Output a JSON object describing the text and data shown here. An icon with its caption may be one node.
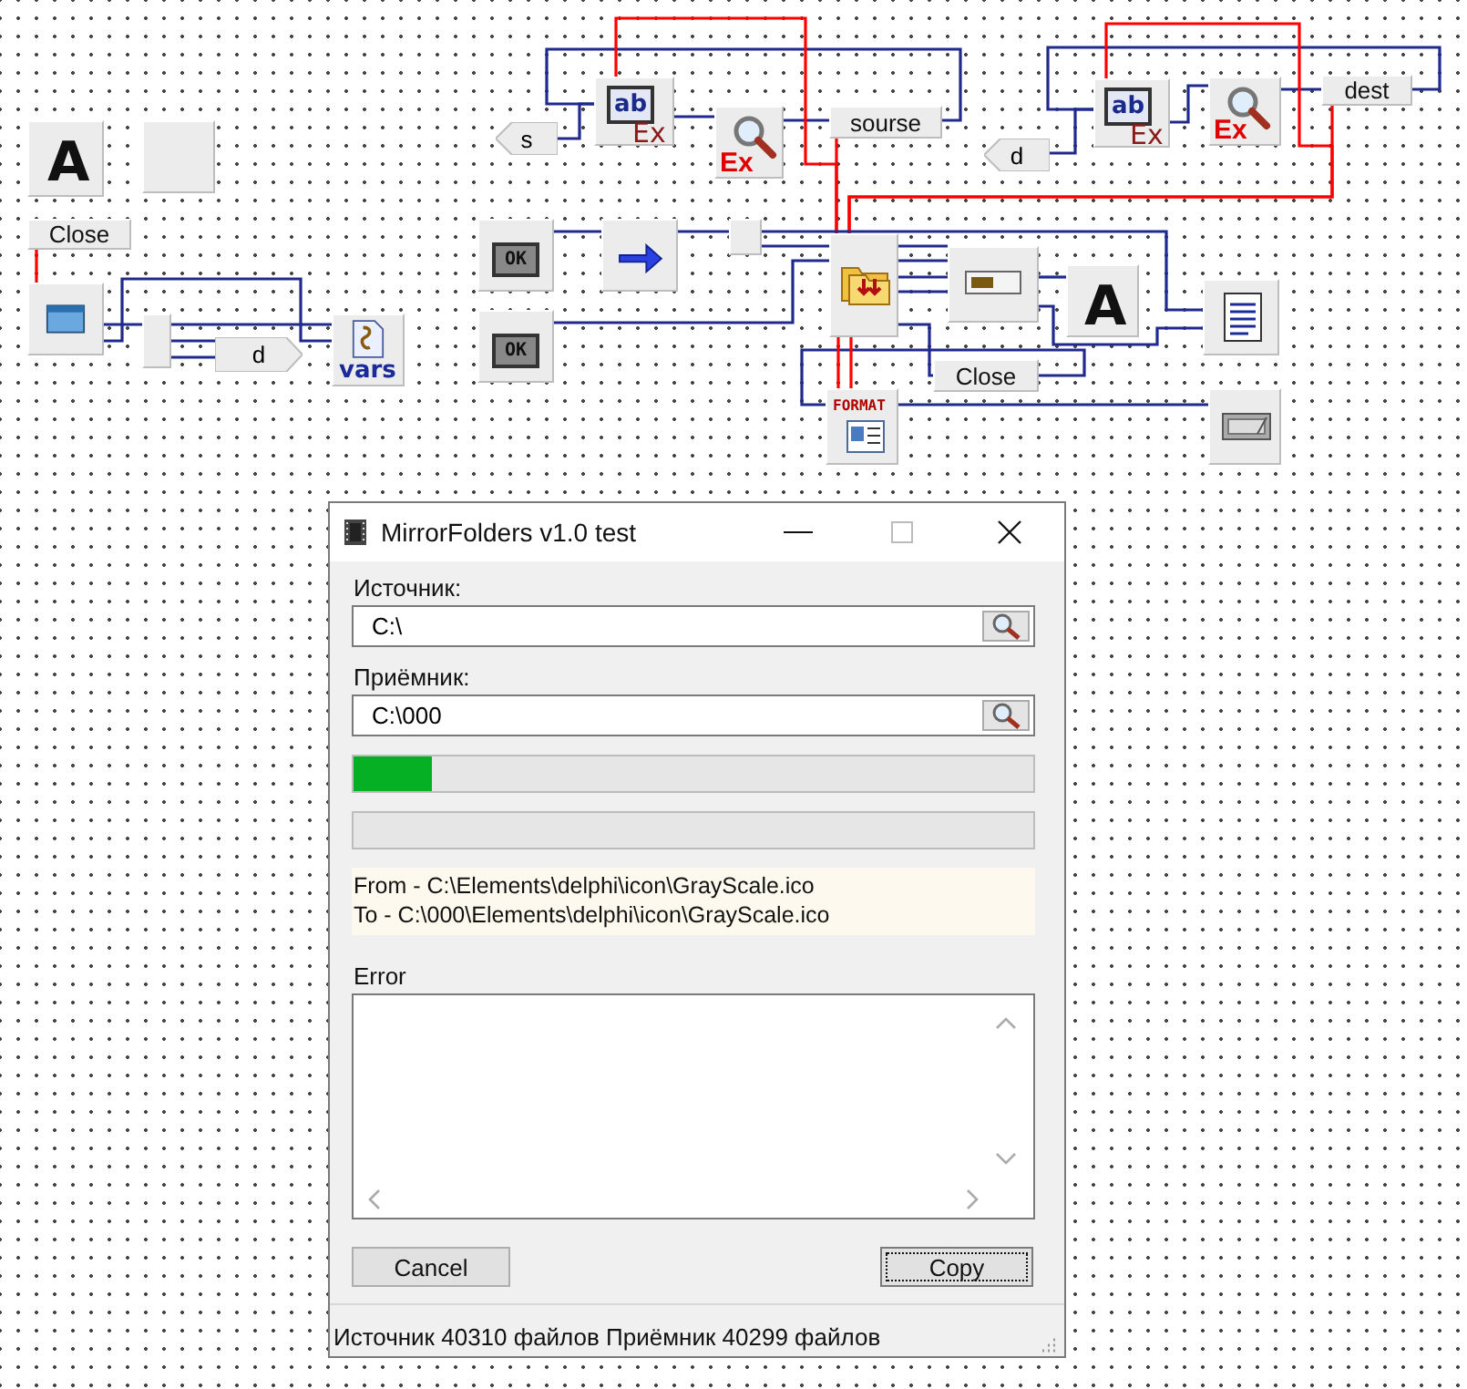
{
  "diagram": {
    "nodes": [
      {
        "text": [
          "A"
        ]
      },
      {
        "text": [],
        "shape": "box"
      },
      {
        "text": [
          "Close"
        ]
      },
      {
        "text": [],
        "shape": "box"
      },
      {
        "text": [],
        "shape": "box"
      },
      {
        "text": [
          "d"
        ]
      },
      {
        "text": [
          "vars"
        ]
      },
      {
        "text": [
          "s"
        ]
      },
      {
        "text": [
          "ab",
          "Ex"
        ]
      },
      {
        "text": [
          "Ex"
        ]
      },
      {
        "text": [
          "sourse"
        ]
      },
      {
        "text": [
          "d"
        ]
      },
      {
        "text": [
          "ab",
          "Ex"
        ]
      },
      {
        "text": [
          "Ex"
        ]
      },
      {
        "text": [
          "dest"
        ]
      },
      {
        "text": [
          "OK"
        ]
      },
      {
        "text": [],
        "shape": "box"
      },
      {
        "text": [],
        "shape": "box"
      },
      {
        "text": [],
        "shape": "box"
      },
      {
        "text": [],
        "shape": "box"
      },
      {
        "text": [
          "A"
        ]
      },
      {
        "text": [],
        "shape": "box"
      },
      {
        "text": [
          "OK"
        ]
      },
      {
        "text": [
          "Close"
        ]
      },
      {
        "text": [
          "FORMAT"
        ]
      },
      {
        "text": [],
        "shape": "box"
      },
      {
        "text": [
          "MirrorFolders v1.0 test"
        ]
      }
    ],
    "edges": [
      {
        "from": 2,
        "to": 3,
        "arrow": "none",
        "color": "#ff0000"
      },
      {
        "from": 3,
        "to": 4,
        "arrow": "none"
      },
      {
        "from": 3,
        "to": 6,
        "arrow": "none"
      },
      {
        "from": 4,
        "to": 6,
        "arrow": "none"
      },
      {
        "from": 4,
        "to": 5,
        "arrow": "none"
      },
      {
        "from": 4,
        "to": 5,
        "arrow": "none"
      },
      {
        "from": 7,
        "to": 8,
        "arrow": "none"
      },
      {
        "from": 10,
        "to": 8,
        "arrow": "none"
      },
      {
        "from": 8,
        "to": 9,
        "arrow": "none"
      },
      {
        "from": 9,
        "to": 10,
        "arrow": "none"
      },
      {
        "from": 8,
        "to": 18,
        "arrow": "none",
        "color": "#ff0000"
      },
      {
        "from": 10,
        "to": 18,
        "arrow": "none",
        "color": "#ff0000"
      },
      {
        "from": 11,
        "to": 12,
        "arrow": "none"
      },
      {
        "from": 14,
        "to": 12,
        "arrow": "none"
      },
      {
        "from": 12,
        "to": 13,
        "arrow": "none"
      },
      {
        "from": 13,
        "to": 14,
        "arrow": "none"
      },
      {
        "from": 12,
        "to": 18,
        "arrow": "none",
        "color": "#ff0000"
      },
      {
        "from": 14,
        "to": 18,
        "arrow": "none",
        "color": "#ff0000"
      },
      {
        "from": 15,
        "to": 16,
        "arrow": "none"
      },
      {
        "from": 16,
        "to": 17,
        "arrow": "none"
      },
      {
        "from": 17,
        "to": 21,
        "arrow": "none"
      },
      {
        "from": 17,
        "to": 18,
        "arrow": "none"
      },
      {
        "from": 22,
        "to": 18,
        "arrow": "none"
      },
      {
        "from": 18,
        "to": 19,
        "arrow": "none"
      },
      {
        "from": 18,
        "to": 19,
        "arrow": "none"
      },
      {
        "from": 18,
        "to": 19,
        "arrow": "none"
      },
      {
        "from": 18,
        "to": 19,
        "arrow": "none"
      },
      {
        "from": 19,
        "to": 20,
        "arrow": "none"
      },
      {
        "from": 19,
        "to": 21,
        "arrow": "none"
      },
      {
        "from": 18,
        "to": 23,
        "arrow": "none"
      },
      {
        "from": 23,
        "to": 24,
        "arrow": "none"
      },
      {
        "from": 24,
        "to": 25,
        "arrow": "none"
      },
      {
        "from": 18,
        "to": 24,
        "arrow": "none",
        "color": "#ff0000"
      },
      {
        "from": 18,
        "to": 24,
        "arrow": "none",
        "color": "#ff0000"
      }
    ],
    "labels": [
      "Источник:",
      "C:\\",
      "Приёмник:",
      "C:\\000",
      "From - C:\\Elements\\delphi\\icon\\GrayScale.ico",
      "To - C:\\000\\Elements\\delphi\\icon\\GrayScale.ico",
      "Error",
      "Cancel",
      "Copy",
      "Источник 40310 файлов Приёмник 40299 файлов"
    ]
  }
}
